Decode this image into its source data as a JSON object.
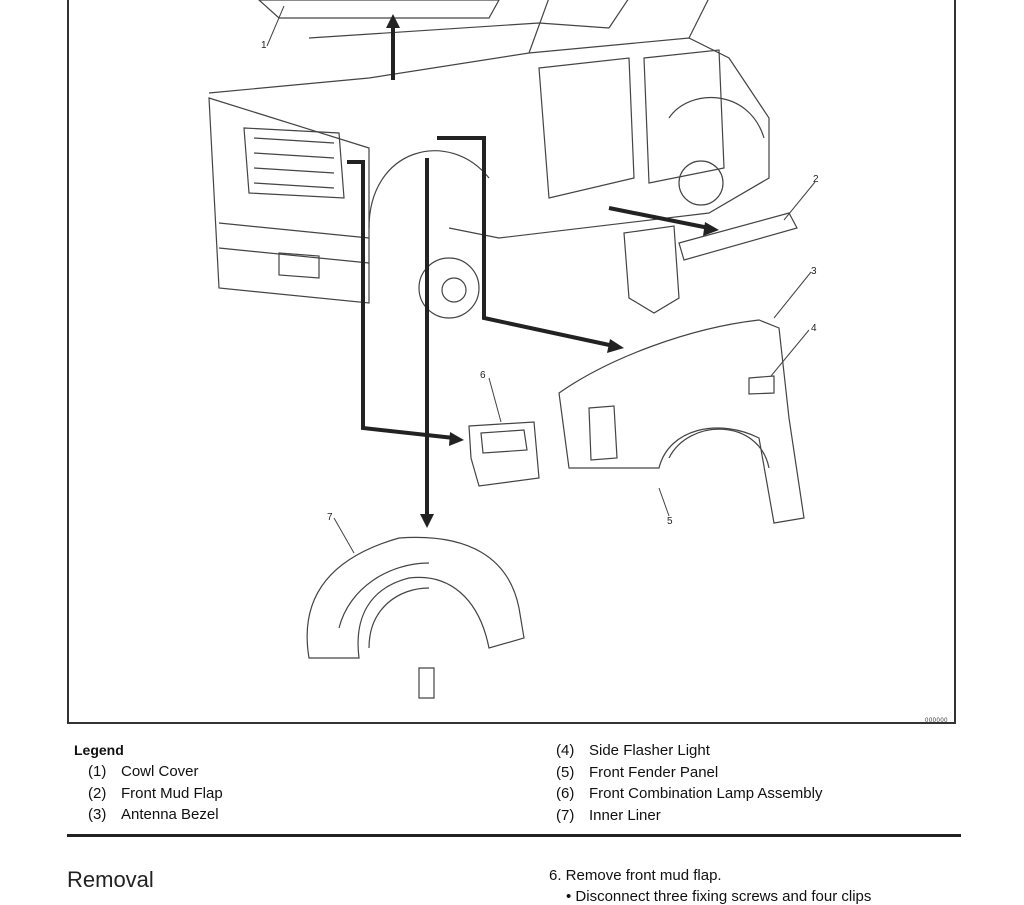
{
  "figure": {
    "callouts": [
      "1",
      "2",
      "3",
      "4",
      "5",
      "6",
      "7"
    ],
    "code": "000000"
  },
  "legend": {
    "title": "Legend",
    "items": [
      {
        "num": "(1)",
        "label": "Cowl Cover"
      },
      {
        "num": "(2)",
        "label": "Front Mud Flap"
      },
      {
        "num": "(3)",
        "label": "Antenna Bezel"
      },
      {
        "num": "(4)",
        "label": "Side Flasher Light"
      },
      {
        "num": "(5)",
        "label": "Front Fender Panel"
      },
      {
        "num": "(6)",
        "label": "Front Combination Lamp Assembly"
      },
      {
        "num": "(7)",
        "label": "Inner Liner"
      }
    ]
  },
  "section": {
    "heading": "Removal",
    "step_6": "6. Remove front mud flap.",
    "bullet_1": "• Disconnect three fixing screws and four clips"
  }
}
